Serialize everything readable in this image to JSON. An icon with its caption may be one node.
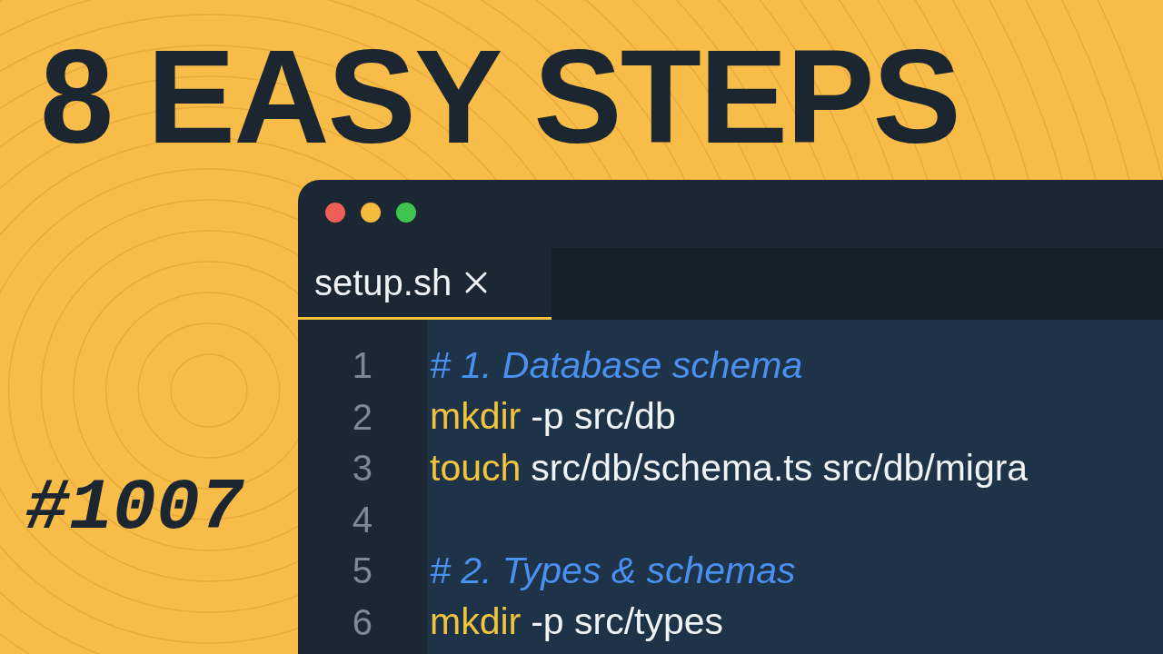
{
  "diagram": {
    "title": "8 EASY STEPS",
    "labels": [
      "setup.sh",
      "1",
      "# 1. Database schema",
      "2",
      "mkdir",
      "-p src/db",
      "3",
      "touch",
      "src/db/schema.ts src/db/migra",
      "4",
      "5",
      "# 2. Types & schemas",
      "6",
      "mkdir",
      "-p src/types",
      "#1007"
    ]
  }
}
